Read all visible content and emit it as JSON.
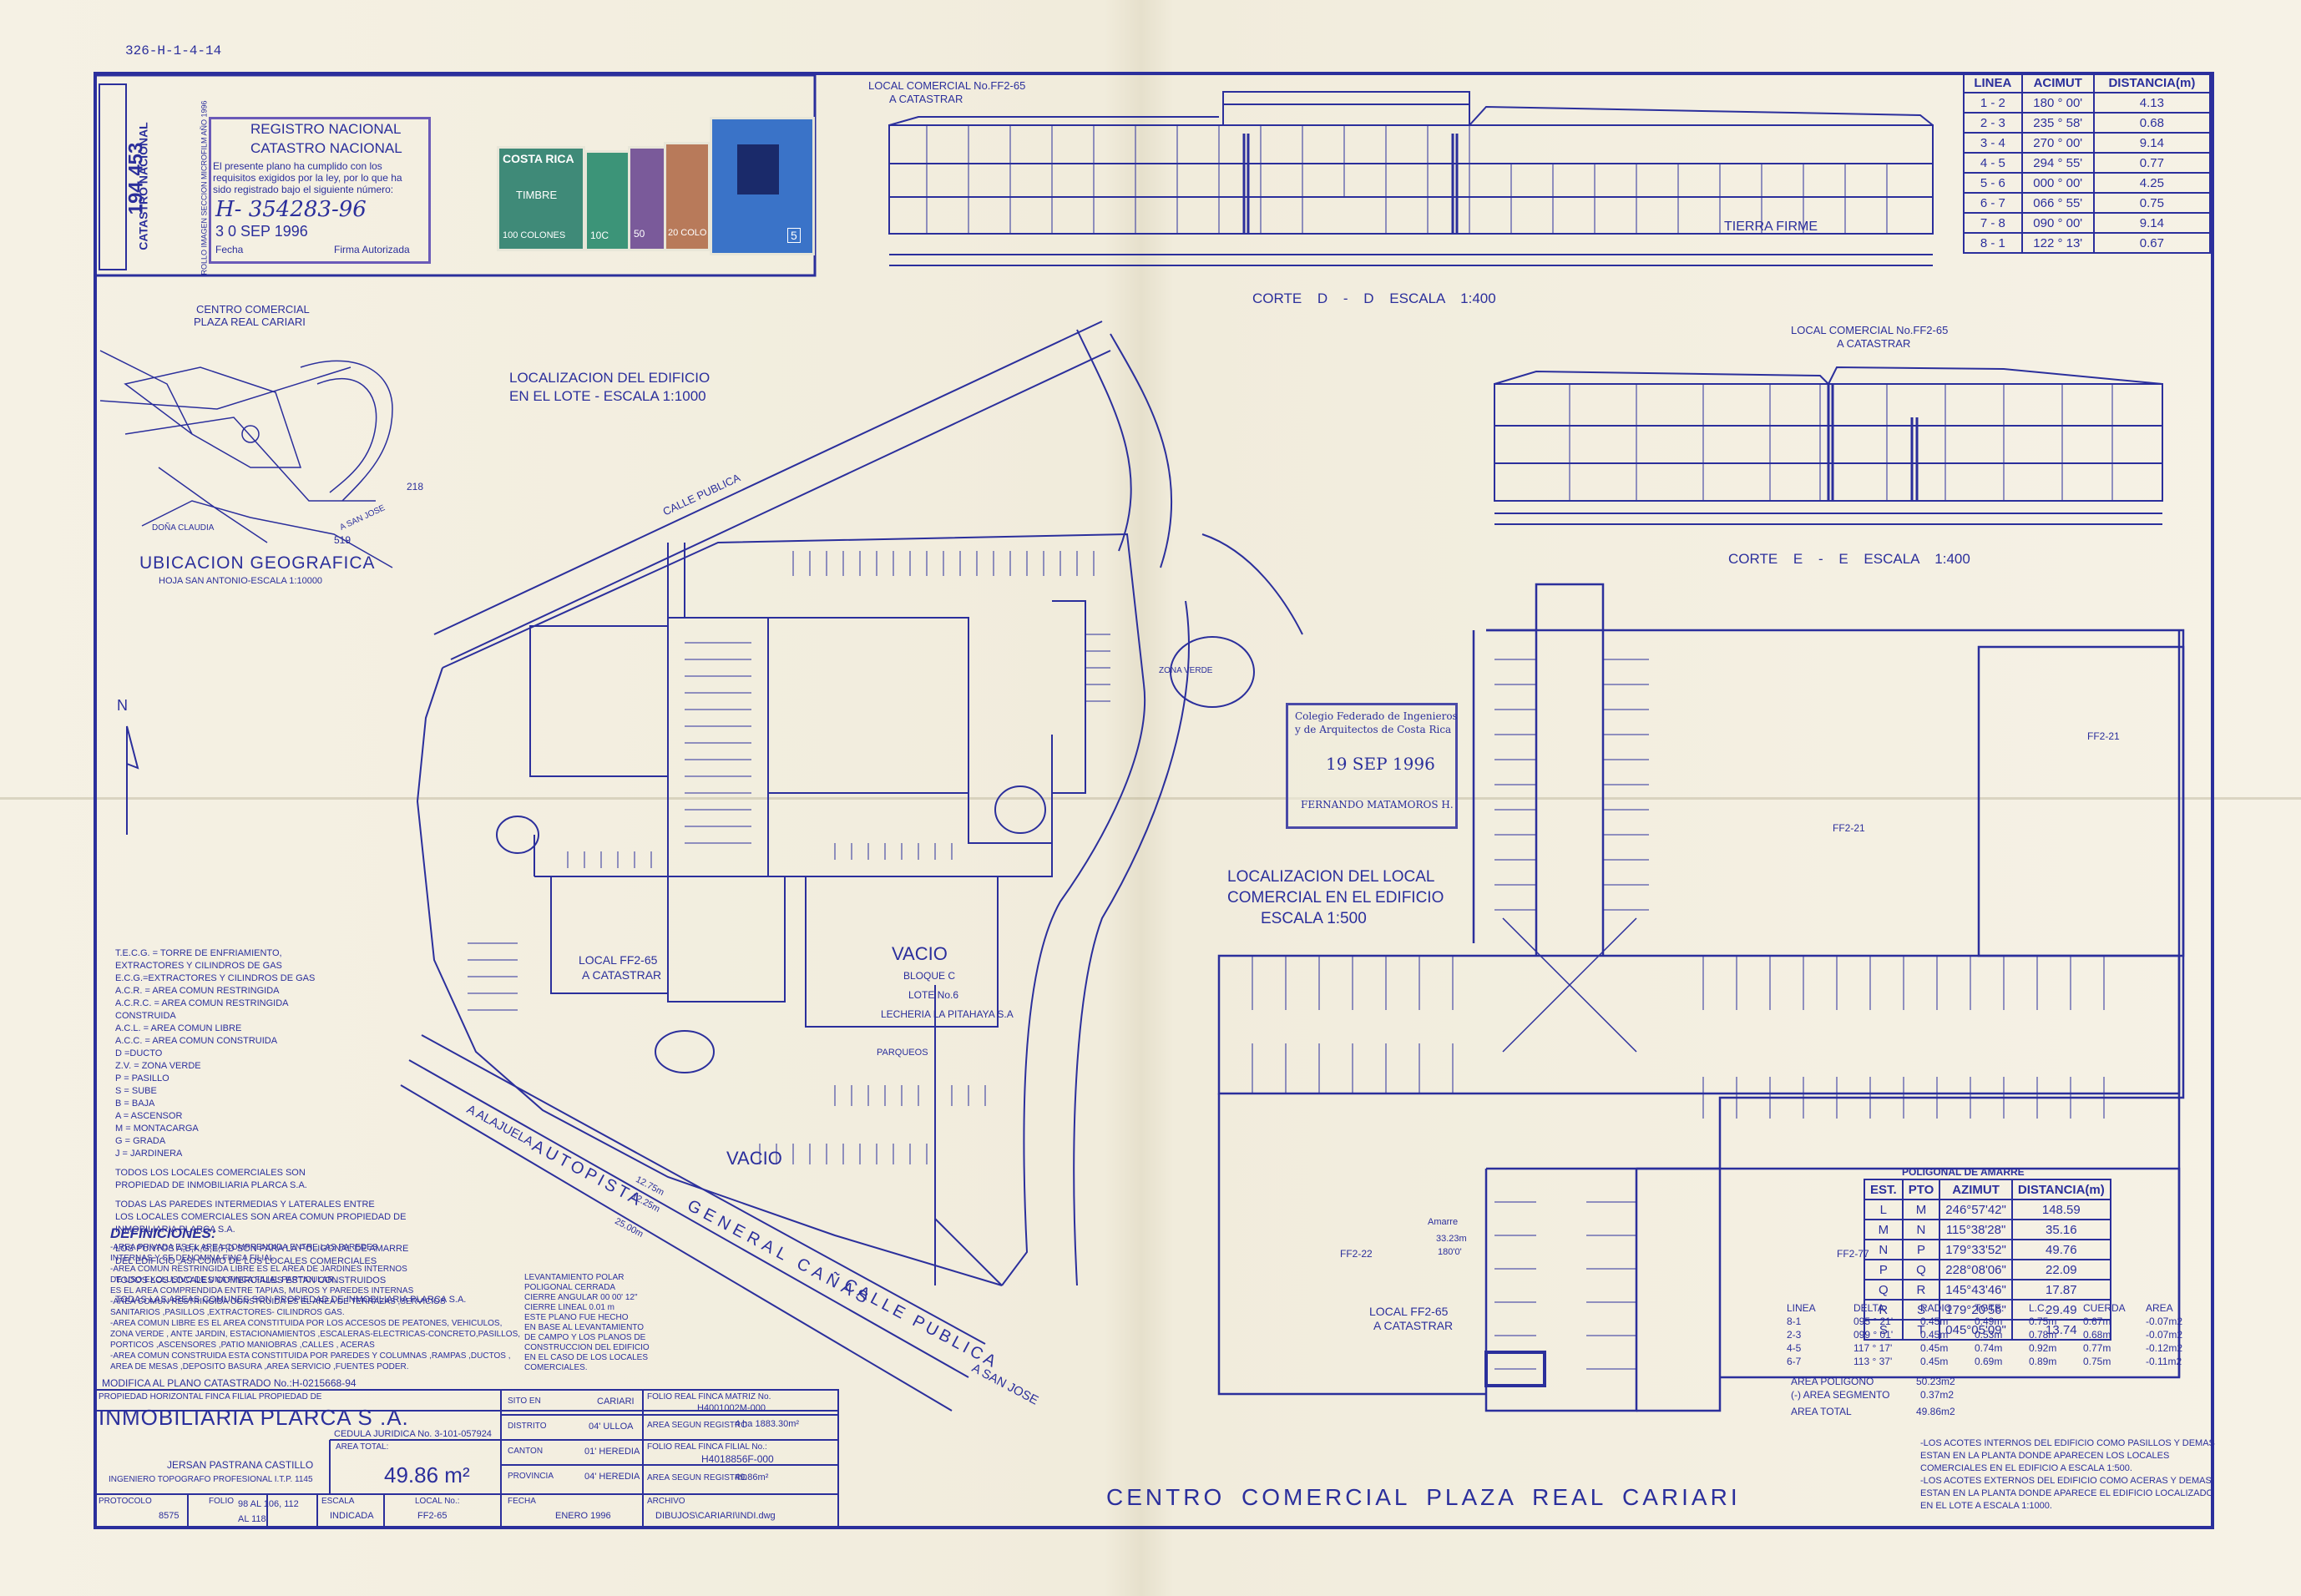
{
  "sheet_code": "326-H-1-4-14",
  "registry_stamp": {
    "side_label": "CATASTRO NACIONAL",
    "number": "194 453",
    "side_small": "ROLLO IMAGEN SECCION MICROFILM AÑO 1996",
    "title1": "REGISTRO NACIONAL",
    "title2": "CATASTRO NACIONAL",
    "text": "El presente plano ha cumplido con los requisitos exigidos por la ley, por lo que ha sido registrado bajo el siguiente número:",
    "reg_number": "H- 354283-96",
    "date": "3 0 SEP 1996",
    "fecha_label": "Fecha",
    "firma_label": "Firma Autorizada"
  },
  "stamps_revenue": {
    "country": "COSTA RICA",
    "word": "TIMBRE",
    "v1": "100 COLONES",
    "v2": "10C",
    "v3": "50",
    "v4": "20 COLO",
    "v5": "5"
  },
  "corte_dd": {
    "title": "CORTE D - D ESCALA 1:400",
    "local_label": "LOCAL COMERCIAL No.FF2-65",
    "local_sub": "A CATASTRAR",
    "tierra": "TIERRA FIRME"
  },
  "corte_ee": {
    "title": "CORTE E - E ESCALA 1:400",
    "local_label": "LOCAL COMERCIAL No.FF2-65",
    "local_sub": "A CATASTRAR"
  },
  "azimut_table": {
    "headers": [
      "LINEA",
      "ACIMUT",
      "DISTANCIA(m)"
    ],
    "rows": [
      [
        "1 - 2",
        "180 ° 00'",
        "4.13"
      ],
      [
        "2 - 3",
        "235 ° 58'",
        "0.68"
      ],
      [
        "3 - 4",
        "270 ° 00'",
        "9.14"
      ],
      [
        "4 - 5",
        "294 ° 55'",
        "0.77"
      ],
      [
        "5 - 6",
        "000 ° 00'",
        "4.25"
      ],
      [
        "6 - 7",
        "066 ° 55'",
        "0.75"
      ],
      [
        "7 - 8",
        "090 ° 00'",
        "9.14"
      ],
      [
        "8 - 1",
        "122 ° 13'",
        "0.67"
      ]
    ]
  },
  "ubicacion": {
    "title": "UBICACION GEOGRAFICA",
    "sub": "HOJA SAN ANTONIO-ESCALA 1:10000",
    "label_cc": "CENTRO COMERCIAL",
    "label_cc2": "PLAZA REAL CARIARI",
    "n218": "218",
    "n519": "519",
    "dona": "DOÑA CLAUDIA",
    "sanjose": "A SAN JOSE"
  },
  "north": "N",
  "lote_plan": {
    "title1": "LOCALIZACION DEL EDIFICIO",
    "title2": "EN EL LOTE - ESCALA 1:1000",
    "calle_publica": "CALLE PUBLICA",
    "vacio": "VACIO",
    "vacio2": "VACIO",
    "bloque_c": "BLOQUE C",
    "lote6": "LOTE No.6",
    "lecheria": "LECHERIA LA PITAHAYA S.A",
    "local": "LOCAL FF2-65",
    "local_sub": "A CATASTRAR",
    "autopista": "AUTOPISTA",
    "general": "GENERAL CAÑAS",
    "calle_publica2": "CALLE PUBLICA",
    "alajuela": "A ALAJUELA",
    "sanjose": "A SAN JOSE",
    "zona_verde": "ZONA VERDE",
    "parqueos": "PARQUEOS",
    "d1": "12.75m",
    "d2": "12.25m",
    "d3": "25.00m"
  },
  "colegio_stamp": {
    "line1": "Colegio Federado de Ingenieros",
    "line2": "y de Arquitectos de Costa Rica",
    "date": "19 SEP 1996",
    "name": "FERNANDO MATAMOROS H."
  },
  "local_plan": {
    "title1": "LOCALIZACION DEL LOCAL",
    "title2": "COMERCIAL EN EL EDIFICIO",
    "title3": "ESCALA 1:500",
    "local": "LOCAL FF2-65",
    "local_sub": "A CATASTRAR",
    "ff221": "FF2-21",
    "ff222": "FF2-22",
    "ff277": "FF2-77",
    "amarre": "Amarre",
    "amarre_d": "33.23m",
    "amarre_a": "180'0'"
  },
  "poligonal_table": {
    "title": "POLIGONAL DE AMARRE",
    "headers": [
      "EST.",
      "PTO",
      "AZIMUT",
      "DISTANCIA(m)"
    ],
    "rows": [
      [
        "L",
        "M",
        "246°57'42\"",
        "148.59"
      ],
      [
        "M",
        "N",
        "115°38'28\"",
        "35.16"
      ],
      [
        "N",
        "P",
        "179°33'52\"",
        "49.76"
      ],
      [
        "P",
        "Q",
        "228°08'06\"",
        "22.09"
      ],
      [
        "Q",
        "R",
        "145°43'46\"",
        "17.87"
      ],
      [
        "R",
        "S",
        "179°20'56\"",
        "29.49"
      ],
      [
        "S",
        "T",
        "045°05'09\"",
        "13.74"
      ]
    ]
  },
  "curves_table": {
    "headers": [
      "LINEA",
      "DELTA",
      "RADIO",
      "TGTE.",
      "L.C.",
      "CUERDA",
      "AREA"
    ],
    "rows": [
      [
        "8-1",
        "095 ° 21'",
        "0.45m",
        "0.49m",
        "0.75m",
        "0.67m",
        "-0.07m2"
      ],
      [
        "2-3",
        "099 ° 01'",
        "0.45m",
        "0.53m",
        "0.78m",
        "0.68m",
        "-0.07m2"
      ],
      [
        "4-5",
        "117 ° 17'",
        "0.45m",
        "0.74m",
        "0.92m",
        "0.77m",
        "-0.12m2"
      ],
      [
        "6-7",
        "113 ° 37'",
        "0.45m",
        "0.69m",
        "0.89m",
        "0.75m",
        "-0.11m2"
      ]
    ],
    "area_poligono_label": "AREA POLIGONO",
    "area_poligono": "50.23m2",
    "area_segmento_label": "(-) AREA SEGMENTO",
    "area_segmento": "0.37m2",
    "area_total_label": "AREA TOTAL",
    "area_total": "49.86m2"
  },
  "acotes_notes": [
    "-LOS ACOTES INTERNOS DEL EDIFICIO COMO PASILLOS Y DEMAS",
    "ESTAN EN LA PLANTA DONDE APARECEN LOS LOCALES",
    "COMERCIALES EN EL EDIFICIO A ESCALA 1:500.",
    "-LOS ACOTES EXTERNOS DEL EDIFICIO COMO ACERAS Y DEMAS",
    "ESTAN EN LA PLANTA DONDE APARECE EL EDIFICIO LOCALIZADO",
    "EN EL LOTE A ESCALA 1:1000."
  ],
  "legend_notes": [
    "T.E.C.G. = TORRE DE ENFRIAMIENTO,",
    "EXTRACTORES Y CILINDROS DE GAS",
    "E.C.G.=EXTRACTORES Y CILINDROS DE GAS",
    "A.C.R. = AREA COMUN RESTRINGIDA",
    "A.C.R.C. = AREA COMUN RESTRINGIDA",
    "CONSTRUIDA",
    "A.C.L. = AREA COMUN LIBRE",
    "A.C.C. = AREA COMUN CONSTRUIDA",
    "D =DUCTO",
    "Z.V. = ZONA VERDE",
    "P = PASILLO",
    "S = SUBE",
    "B = BAJA",
    "A = ASCENSOR",
    "M = MONTACARGA",
    "G = GRADA",
    "J = JARDINERA"
  ],
  "general_notes": [
    "TODOS LOS LOCALES COMERCIALES SON",
    "PROPIEDAD DE INMOBILIARIA PLARCA S.A.",
    "TODAS LAS PAREDES INTERMEDIAS Y LATERALES ENTRE",
    "LOS LOCALES COMERCIALES SON AREA COMUN PROPIEDAD DE",
    "INMOBILIARIA PLARCA S.A.",
    "LOS PUNTOS A,B,K,G,E,F,D SON PARA LA POLIGONAL DE AMARRE",
    "DEL EDIFICIO ,ASI COMO DE LOS LOCALES COMERCIALES",
    "TODOS LOS LOCALES COMERCIALES ESTAN CONSTRUIDOS",
    "TODAS LAS AREAS COMUNES SON PROPIEDAD DE INMOBILIARIA PLARCA S.A."
  ],
  "definiciones_title": "DEFINICIONES:",
  "definiciones": [
    "-AREA PRIVADA ES EL AREA COMPRENDIDA ENTRE LAS PAREDES",
    "INTERNAS Y SE DENOMINA FINCA FILIAL",
    "-AREA COMUN RESTRINGIDA LIBRE ES EL AREA DE JARDINES INTERNOS",
    "DE USO EXCLUSIVO DE UNA FINCA FILIAL PARTICULAR,",
    "ES EL AREA COMPRENDIDA ENTRE TAPIAS, MUROS Y PAREDES INTERNAS",
    "-AREA COMUN RESTRINGIDA CONSTRUIDA ES EL AREA DE TERRAZAS ,SERVICIOS",
    "SANITARIOS ,PASILLOS ,EXTRACTORES- CILINDROS GAS.",
    "-AREA COMUN LIBRE ES EL AREA CONSTITUIDA POR LOS ACCESOS DE PEATONES, VEHICULOS,",
    "ZONA VERDE , ANTE JARDIN, ESTACIONAMIENTOS ,ESCALERAS-ELECTRICAS-CONCRETO,PASILLOS,",
    "PORTICOS ,ASCENSORES ,PATIO MANIOBRAS ,CALLES , ACERAS",
    "-AREA COMUN CONSTRUIDA ESTA CONSTITUIDA POR PAREDES Y COLUMNAS ,RAMPAS ,DUCTOS ,",
    "AREA DE MESAS ,DEPOSITO BASURA ,AREA SERVICIO ,FUENTES PODER."
  ],
  "levantamiento_notes": [
    "LEVANTAMIENTO POLAR",
    "POLIGONAL CERRADA",
    "CIERRE ANGULAR 00 00' 12\"",
    "CIERRE LINEAL 0.01 m",
    "ESTE PLANO FUE HECHO",
    "EN BASE AL LEVANTAMIENTO",
    "DE CAMPO Y LOS PLANOS DE",
    "CONSTRUCCION DEL EDIFICIO",
    "EN EL CASO DE LOS LOCALES",
    "COMERCIALES."
  ],
  "title_block": {
    "modifica": "MODIFICA AL PLANO CATASTRADO No.:H-0215668-94",
    "propiedad": "PROPIEDAD HORIZONTAL FINCA FILIAL PROPIEDAD DE",
    "owner": "INMOBILIARIA PLARCA S .A.",
    "cedula": "CEDULA JURIDICA No. 3-101-057924",
    "surveyor": "JERSAN PASTRANA CASTILLO",
    "surveyor_title": "INGENIERO TOPOGRAFO PROFESIONAL I.T.P. 1145",
    "area_label": "AREA TOTAL:",
    "area": "49.86 m²",
    "sito_label": "SITO EN",
    "sito": "CARIARI",
    "distrito_label": "DISTRITO",
    "distrito": "04' ULLOA",
    "canton_label": "CANTON",
    "canton": "01' HEREDIA",
    "provincia_label": "PROVINCIA",
    "provincia": "04' HEREDIA",
    "folio_matriz_label": "FOLIO REAL FINCA MATRIZ No.",
    "folio_matriz": "H4001002M-000",
    "area_reg_label": "AREA SEGUN REGISTRO",
    "area_reg": "4 ha 1883.30m²",
    "folio_filial_label": "FOLIO REAL FINCA FILIAL No.:",
    "folio_filial": "H4018856F-000",
    "area_reg2_label": "AREA SEGUN REGISTRO",
    "area_reg2": "49.86m²",
    "protocolo_label": "PROTOCOLO",
    "protocolo": "8575",
    "folio_label": "FOLIO",
    "folio": "98 AL 106, 112 AL 118",
    "escala_label": "ESCALA",
    "escala": "INDICADA",
    "local_label": "LOCAL No.:",
    "local": "FF2-65",
    "fecha_label": "FECHA",
    "fecha": "ENERO 1996",
    "archivo_label": "ARCHIVO",
    "archivo": "DIBUJOS\\CARIARI\\INDI.dwg"
  },
  "main_title": "CENTRO COMERCIAL PLAZA REAL CARIARI"
}
